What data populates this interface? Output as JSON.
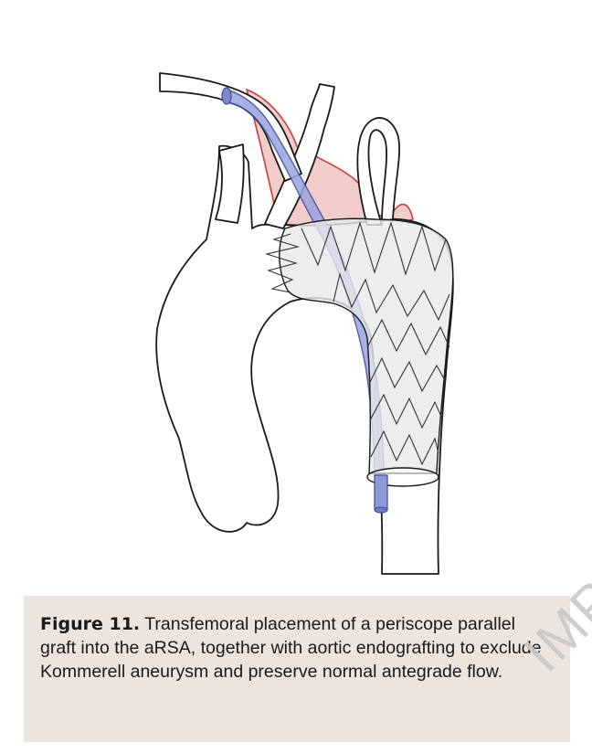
{
  "caption": {
    "label": "Figure 11.",
    "text": " Transfemoral placement of a periscope parallel graft into the aRSA, together with aortic endografting to exclude Kommerell aneurysm and preserve normal antegrade flow."
  },
  "watermark_text": "IMPO",
  "colors": {
    "caption_background": "#ece4df",
    "graft_blue": "#8e9ad6",
    "aneurysm_red": "#e3aaa8",
    "stent_fill": "#e6e8ea"
  }
}
